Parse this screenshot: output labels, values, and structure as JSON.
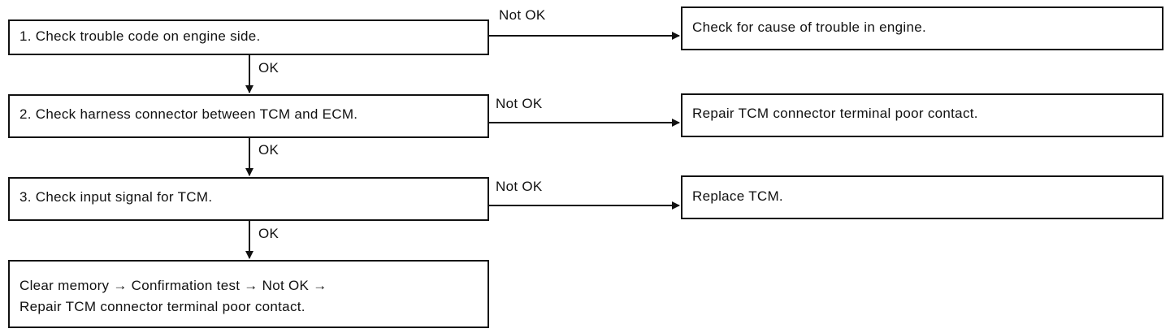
{
  "steps": [
    {
      "text": "1. Check trouble code on engine side."
    },
    {
      "text": "2. Check harness connector between TCM and ECM."
    },
    {
      "text": "3. Check input signal for TCM."
    }
  ],
  "results": [
    {
      "text": "Check for cause of trouble in engine."
    },
    {
      "text": "Repair TCM connector terminal poor contact."
    },
    {
      "text": "Replace TCM."
    }
  ],
  "final_box": {
    "line1": "Clear memory → Confirmation test → Not OK →",
    "line2": "Repair TCM connector terminal poor contact."
  },
  "labels": {
    "not_ok": "Not OK",
    "ok": "OK"
  }
}
